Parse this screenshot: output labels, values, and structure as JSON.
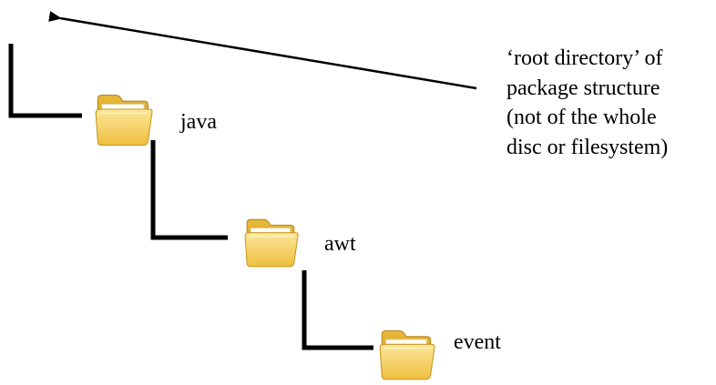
{
  "diagram": {
    "folders": [
      {
        "name": "java",
        "icon": "folder-icon"
      },
      {
        "name": "awt",
        "icon": "folder-icon"
      },
      {
        "name": "event",
        "icon": "folder-icon"
      }
    ],
    "annotation": {
      "lines": [
        "‘root directory’ of",
        "package structure",
        "(not of the whole",
        "disc or filesystem)"
      ]
    },
    "colors": {
      "line": "#000000",
      "folder_body": "#f2cd5c",
      "folder_tab": "#d9ab2e",
      "folder_front": "#f8dc7a"
    }
  }
}
